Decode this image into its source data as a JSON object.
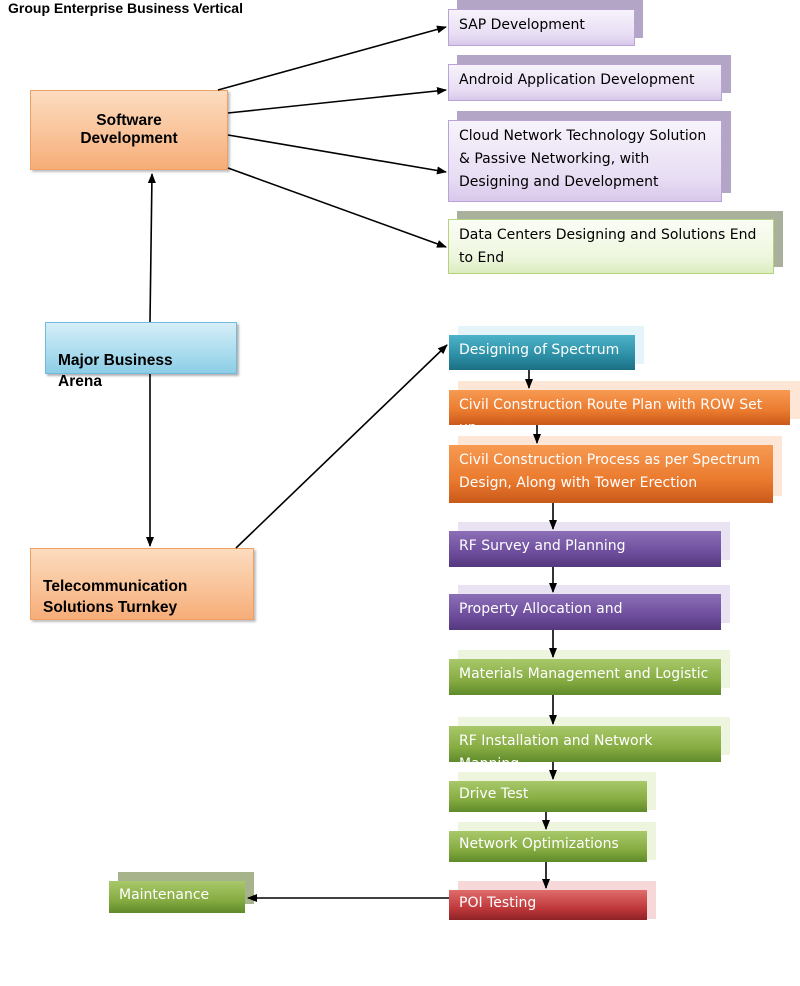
{
  "title": "Group Enterprise Business Vertical",
  "left_nodes": {
    "software": "Software\nDevelopment",
    "major": "Major Business\nArena",
    "telecom": "Telecommunication\nSolutions Turnkey\nOperations",
    "maintenance": "Maintenance"
  },
  "software_items": [
    "SAP Development",
    "Android Application Development",
    "Cloud Network Technology Solution & Passive Networking, with Designing and Development",
    "Data Centers Designing and Solutions End to End"
  ],
  "telecom_steps": [
    "Designing of Spectrum",
    "Civil Construction Route Plan with ROW Set up",
    "Civil Construction Process as per Spectrum Design, Along with Tower Erection",
    "RF Survey and Planning",
    "Property Allocation and",
    "Materials Management and Logistic",
    "RF Installation and Network Mapping",
    "Drive Test",
    "Network Optimizations",
    "POI Testing"
  ],
  "colors": {
    "orange": "#f9c196",
    "blue": "#a9dcee",
    "teal": "#2b8ea4",
    "dark_orange": "#ea7a2e",
    "purple": "#6d4d9c",
    "green": "#86ac42",
    "red": "#c0393b"
  }
}
